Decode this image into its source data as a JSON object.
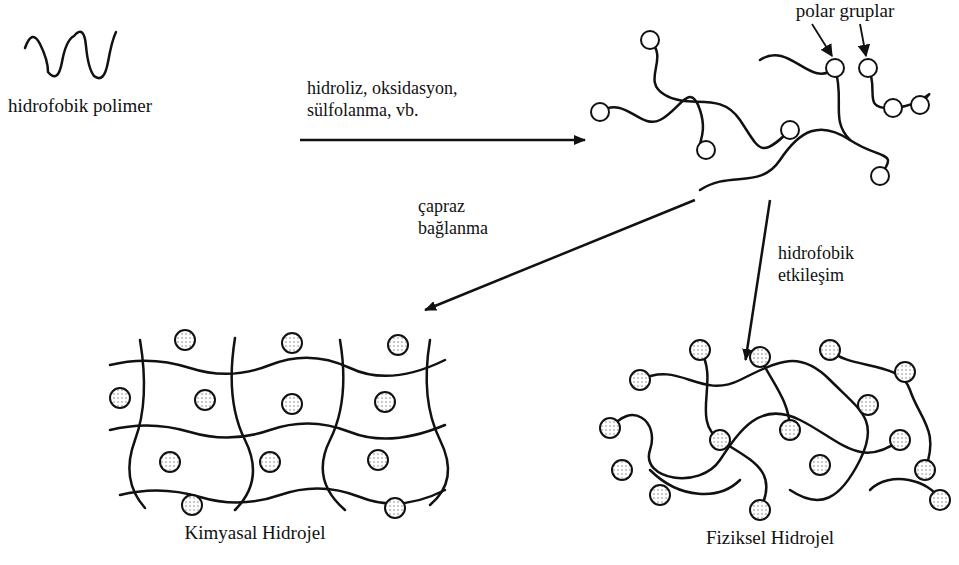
{
  "diagram": {
    "nodes": [
      {
        "text": [
          "hidrofobik polimer"
        ]
      },
      {
        "text": [
          "polar gruplar"
        ]
      },
      {
        "text": [
          "Kimyasal Hidrojel"
        ]
      },
      {
        "text": [
          "Fiziksel Hidrojel"
        ]
      }
    ],
    "edges": [
      {
        "from": 0,
        "to": 1,
        "arrow": "to",
        "label": "hidroliz, oksidasyon, sülfolanma, vb."
      },
      {
        "from": 1,
        "to": 2,
        "arrow": "to",
        "label": "çapraz bağlanma"
      },
      {
        "from": 1,
        "to": 3,
        "arrow": "to",
        "label": "hidrofobik etkileşim"
      }
    ]
  }
}
